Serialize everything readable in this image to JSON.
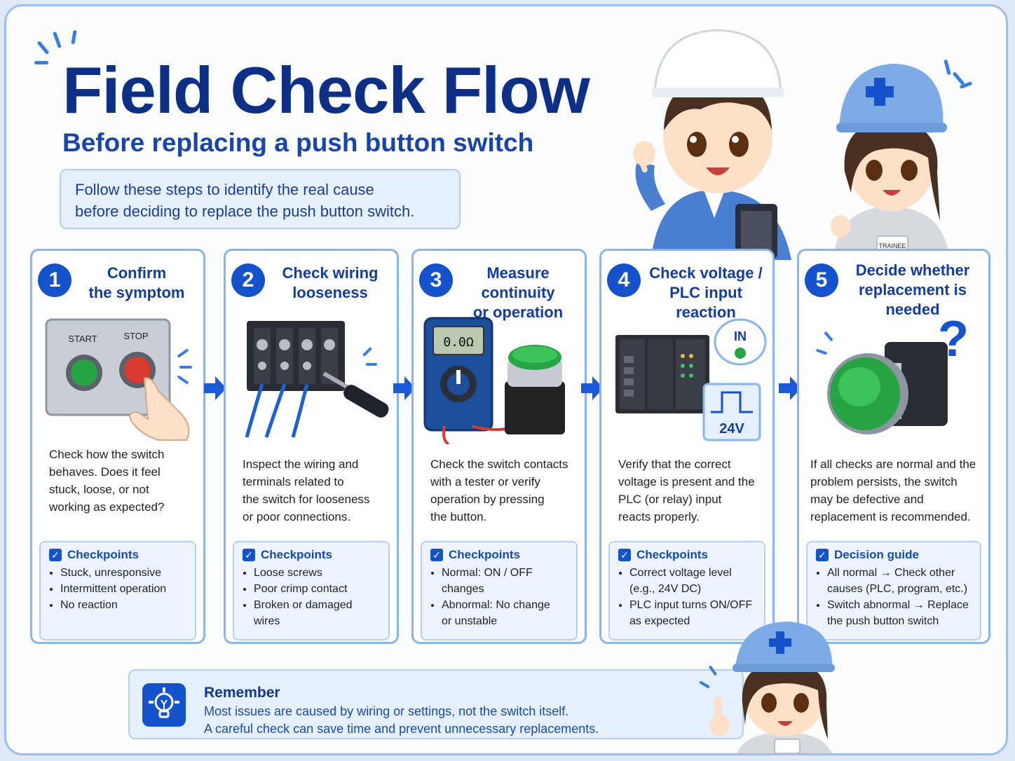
{
  "title": "Field Check Flow",
  "subtitle": "Before replacing a push button switch",
  "intro": [
    "Follow these steps to identify the real cause",
    "before deciding to replace the push button switch."
  ],
  "steps": [
    {
      "number": "1",
      "title": [
        "Confirm",
        "the symptom"
      ],
      "illustration_labels": {
        "start": "START",
        "stop": "STOP"
      },
      "description": [
        "Check how the switch",
        "behaves. Does it feel",
        "stuck, loose, or not",
        "working as expected?"
      ],
      "check_title": "Checkpoints",
      "checks": [
        [
          "Stuck, unresponsive"
        ],
        [
          "Intermittent operation"
        ],
        [
          "No reaction"
        ]
      ]
    },
    {
      "number": "2",
      "title": [
        "Check wiring",
        "looseness"
      ],
      "description": [
        "Inspect the wiring and",
        "terminals related to",
        "the switch for looseness",
        "or poor connections."
      ],
      "check_title": "Checkpoints",
      "checks": [
        [
          "Loose screws"
        ],
        [
          "Poor crimp contact"
        ],
        [
          "Broken or damaged",
          "wires"
        ]
      ]
    },
    {
      "number": "3",
      "title": [
        "Measure continuity",
        "or operation"
      ],
      "illustration_labels": {
        "display": "0.0Ω"
      },
      "description": [
        "Check the switch contacts",
        "with a tester or verify",
        "operation by pressing",
        "the button."
      ],
      "check_title": "Checkpoints",
      "checks": [
        [
          "Normal: ON / OFF",
          "changes"
        ],
        [
          "Abnormal: No change",
          "or unstable"
        ]
      ]
    },
    {
      "number": "4",
      "title": [
        "Check voltage /",
        "PLC input reaction"
      ],
      "illustration_labels": {
        "in": "IN",
        "volt": "24V"
      },
      "description": [
        "Verify that the correct",
        "voltage is present and the",
        "PLC (or relay) input",
        "reacts properly."
      ],
      "check_title": "Checkpoints",
      "checks": [
        [
          "Correct voltage level",
          "(e.g., 24V DC)"
        ],
        [
          "PLC input turns ON/OFF",
          "as expected"
        ]
      ]
    },
    {
      "number": "5",
      "title": [
        "Decide whether",
        "replacement is",
        "needed"
      ],
      "illustration_labels": {
        "question": "?"
      },
      "description": [
        "If all checks are normal and the",
        "problem persists, the switch",
        "may be defective and",
        "replacement is recommended."
      ],
      "check_title": "Decision guide",
      "checks": [
        [
          "All normal → Check other",
          "causes (PLC, program, etc.)"
        ],
        [
          "Switch abnormal → Replace",
          "the push button switch"
        ]
      ]
    }
  ],
  "remember": {
    "title": "Remember",
    "lines": [
      "Most issues are caused by wiring or settings, not the switch itself.",
      "A careful check can save time and prevent unnecessary replacements."
    ]
  },
  "badge_text": "TRAINEE",
  "colors": {
    "primary": "#1453cc",
    "title": "#0d2f86",
    "card_border": "#8ab4ec",
    "panel_bg": "#edf4fd",
    "green": "#27a545",
    "red": "#d93a2f"
  },
  "icons": {
    "check": "checkbox-icon",
    "arrow": "arrow-right-icon",
    "idea": "lightbulb-icon"
  }
}
